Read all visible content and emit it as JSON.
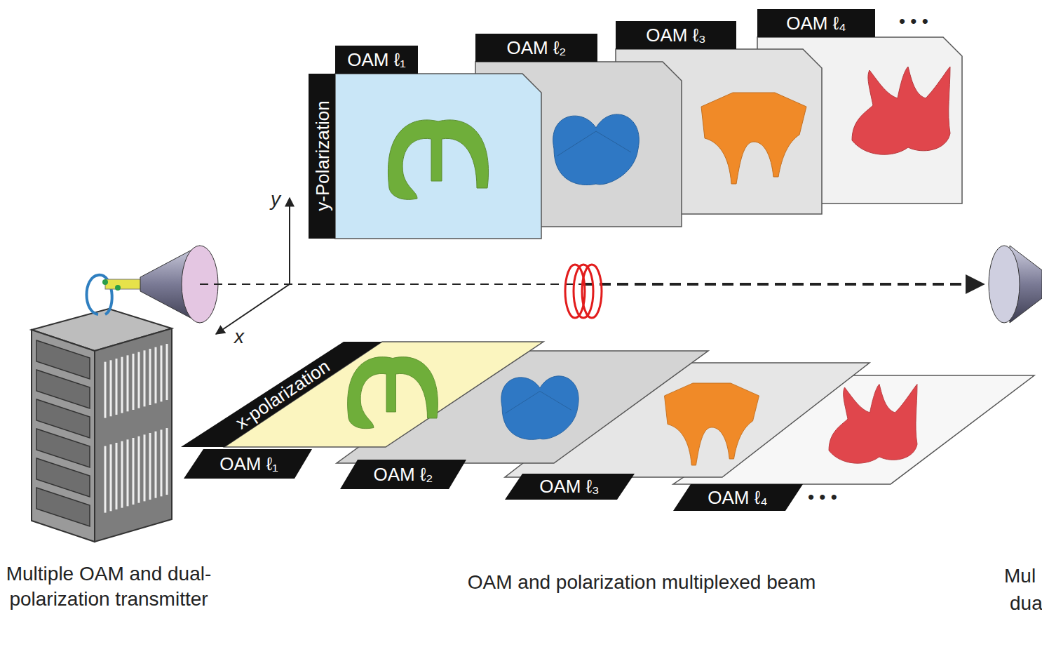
{
  "diagram": {
    "nodes": [
      {
        "text": [
          "OAM ℓ₁",
          "y-Polarization"
        ]
      },
      {
        "text": [
          "OAM ℓ₂"
        ]
      },
      {
        "text": [
          "OAM ℓ₃"
        ]
      },
      {
        "text": [
          "OAM ℓ₄"
        ]
      },
      {
        "text": [
          "x-polarization",
          "OAM ℓ₁"
        ]
      },
      {
        "text": [
          "OAM ℓ₂"
        ]
      },
      {
        "text": [
          "OAM ℓ₃"
        ]
      },
      {
        "text": [
          "OAM ℓ₄"
        ]
      }
    ],
    "labels": [
      "y",
      "x",
      "• • •",
      "• • •",
      "Multiple OAM and dual-polarization transmitter",
      "OAM and polarization multiplexed beam",
      "Mul",
      "dua"
    ]
  }
}
